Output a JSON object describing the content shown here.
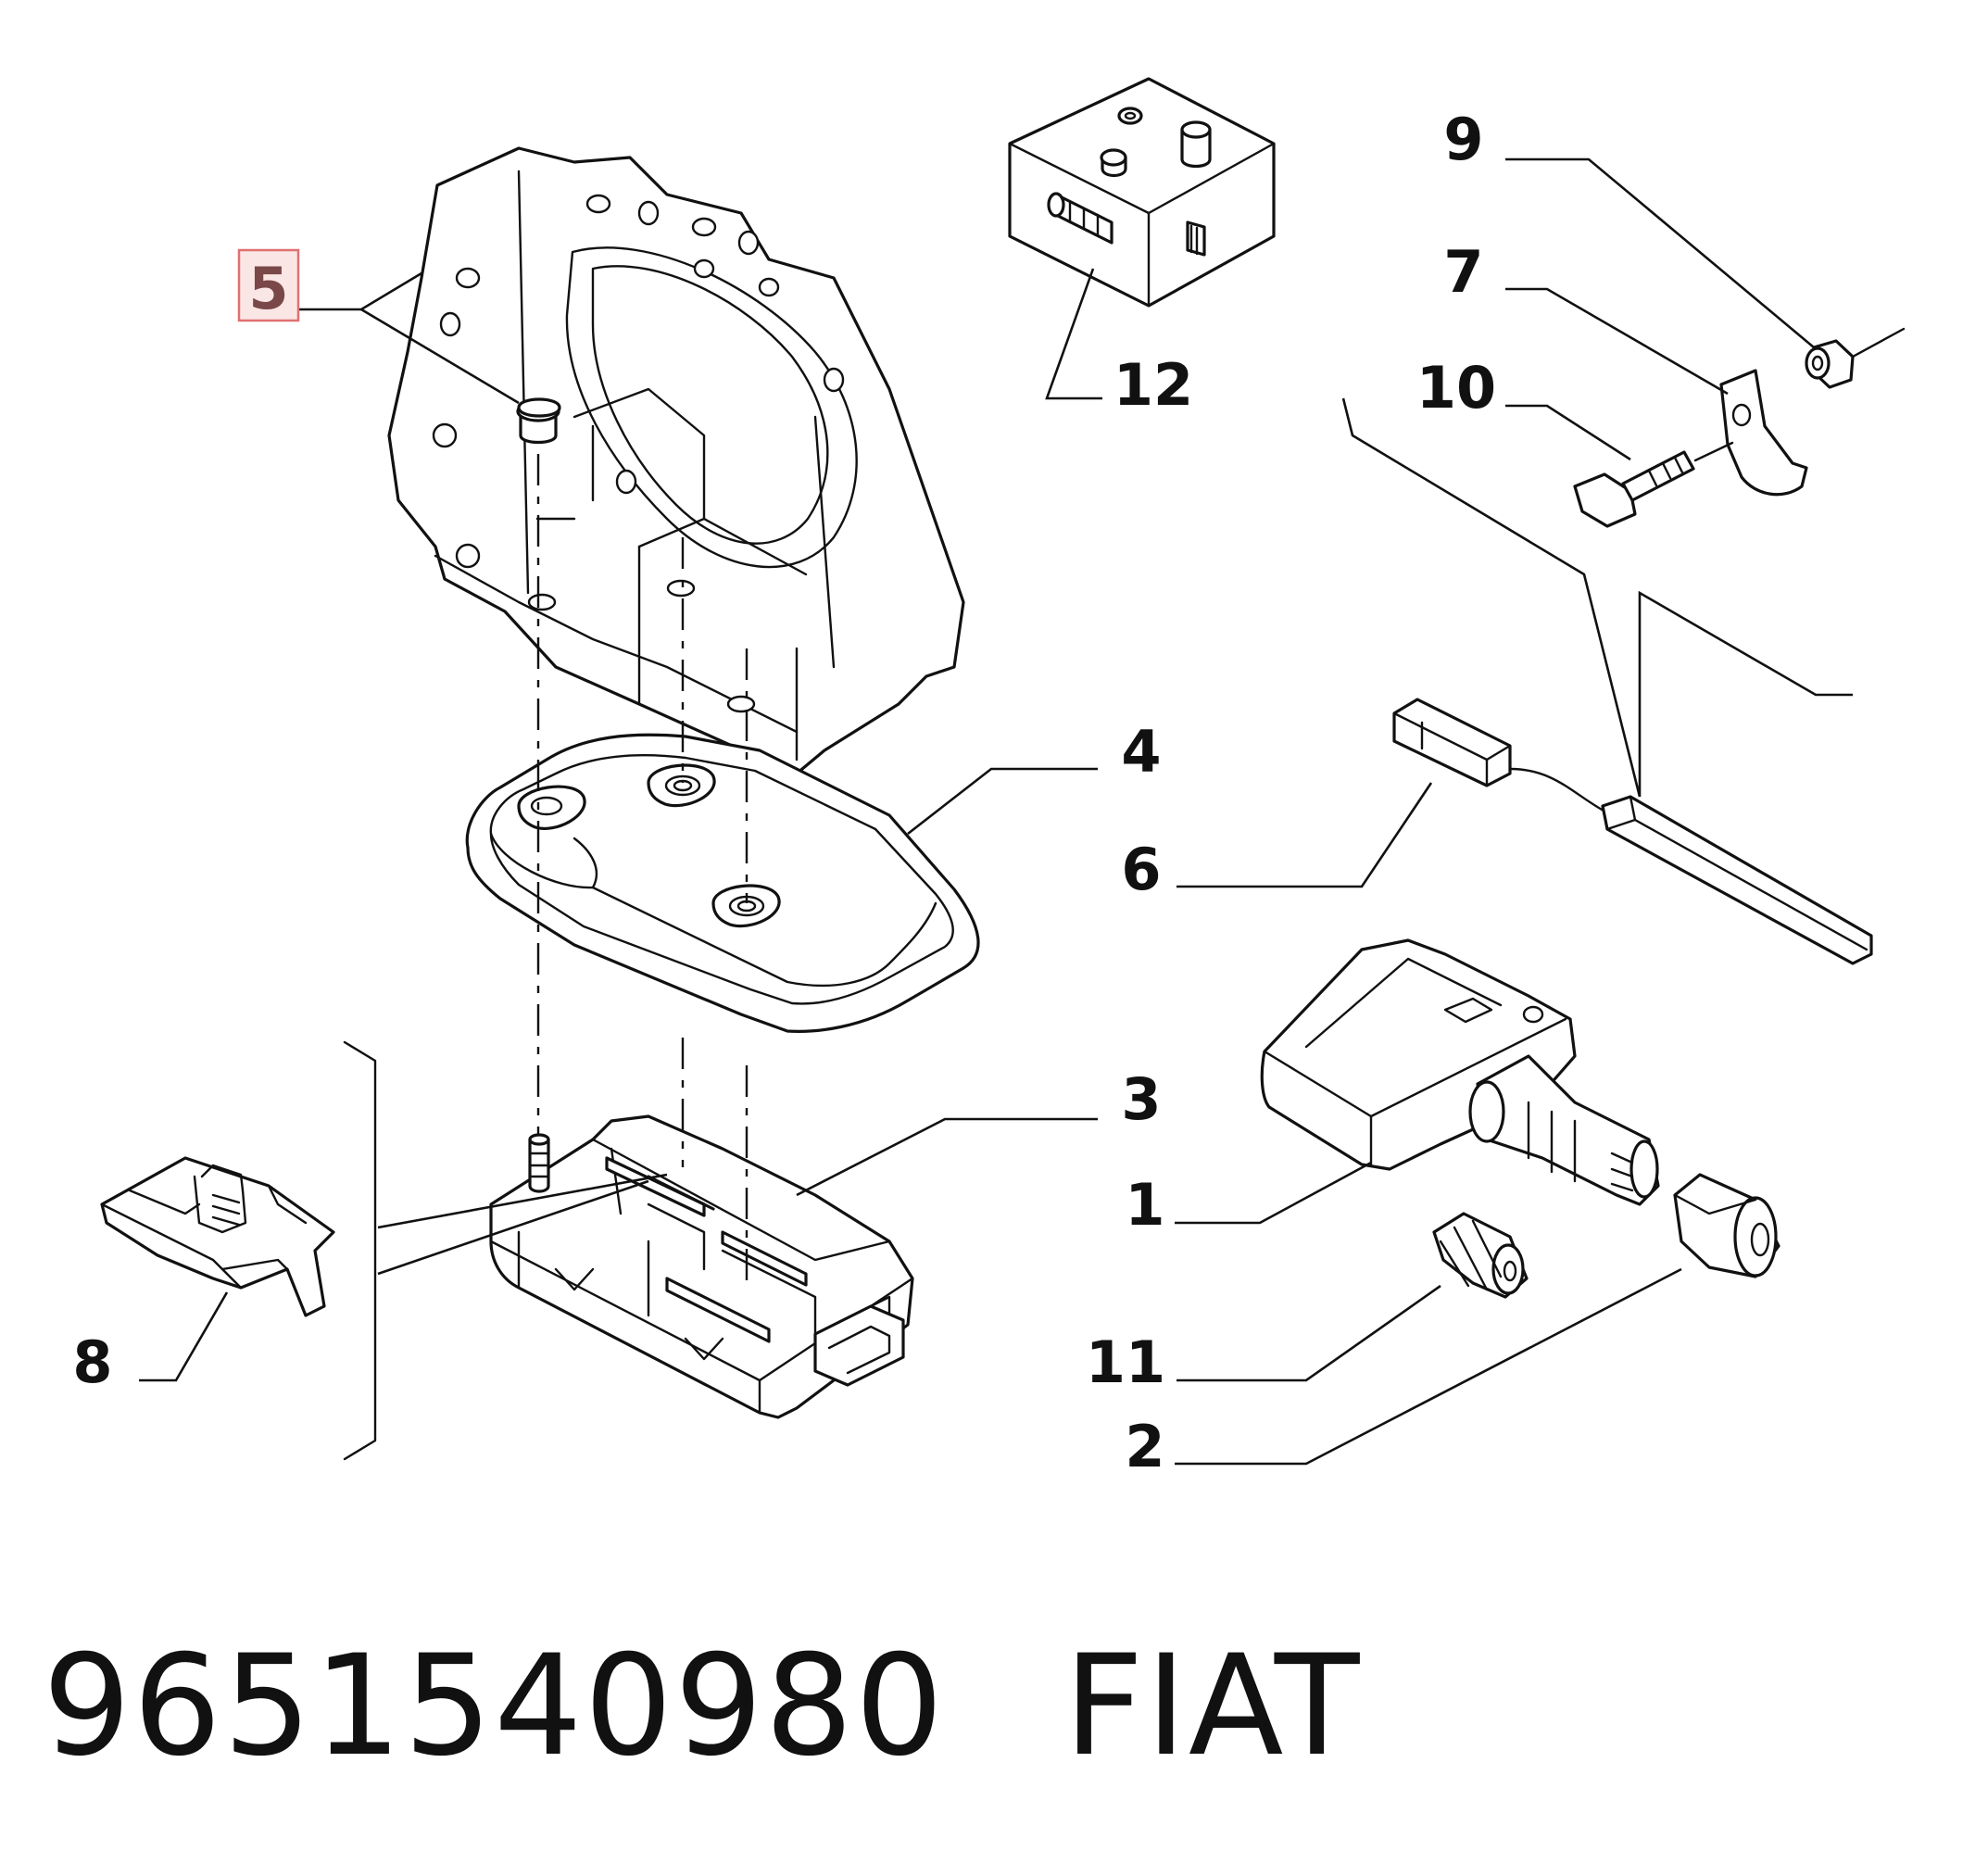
{
  "callouts": {
    "c1": "1",
    "c2": "2",
    "c3": "3",
    "c4": "4",
    "c5": "5",
    "c6": "6",
    "c7": "7",
    "c8": "8",
    "c9": "9",
    "c10": "10",
    "c11": "11",
    "c12": "12"
  },
  "highlight_callout": "5",
  "colors": {
    "highlight_box_fill": "#fbe6e6",
    "highlight_box_stroke": "#e07070",
    "highlight_text": "#7a4848",
    "line": "#111111"
  },
  "footer": {
    "part_number": "9651540980",
    "brand": "FIAT"
  }
}
